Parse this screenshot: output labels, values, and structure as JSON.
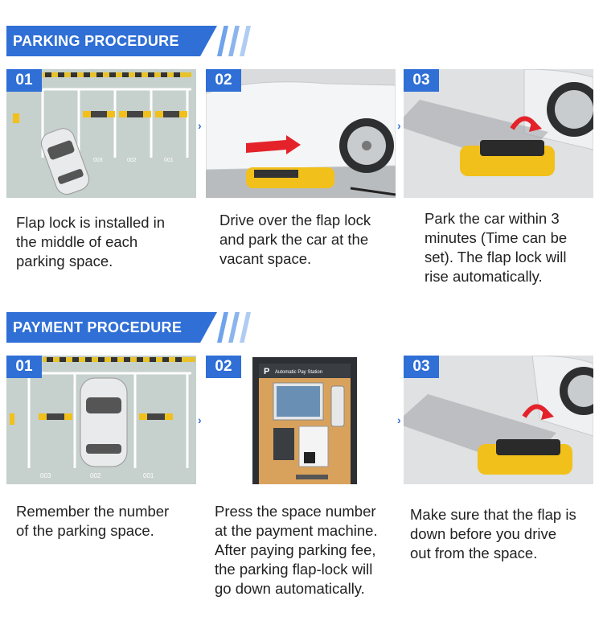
{
  "parking": {
    "title": "PARKING PROCEDURE",
    "steps": [
      {
        "num": "01",
        "text": "Flap lock is installed in\nthe middle of each\nparking space."
      },
      {
        "num": "02",
        "text": "Drive over the flap lock\nand park the car at the\nvacant space."
      },
      {
        "num": "03",
        "text": "Park the car within 3\nminutes (Time can be\nset).  The flap lock will\nrise automatically."
      }
    ],
    "slot_labels": [
      "003",
      "002",
      "001"
    ]
  },
  "payment": {
    "title": "PAYMENT PROCEDURE",
    "steps": [
      {
        "num": "01",
        "text": "Remember the number\nof the parking space."
      },
      {
        "num": "02",
        "text": "Press the space number\nat the payment machine.\nAfter paying parking fee,\nthe parking flap-lock will\ngo down automatically."
      },
      {
        "num": "03",
        "text": "Make sure that the flap is\ndown before you drive\nout from the space."
      }
    ],
    "slot_labels": [
      "003",
      "002",
      "001"
    ],
    "machine": {
      "brand": "P",
      "station_label": "Automatic Pay Station"
    }
  },
  "colors": {
    "accent": "#2f6fd6",
    "lock_yellow": "#f2c01a"
  },
  "icons": {
    "arrow": "chevron-right-icon"
  }
}
